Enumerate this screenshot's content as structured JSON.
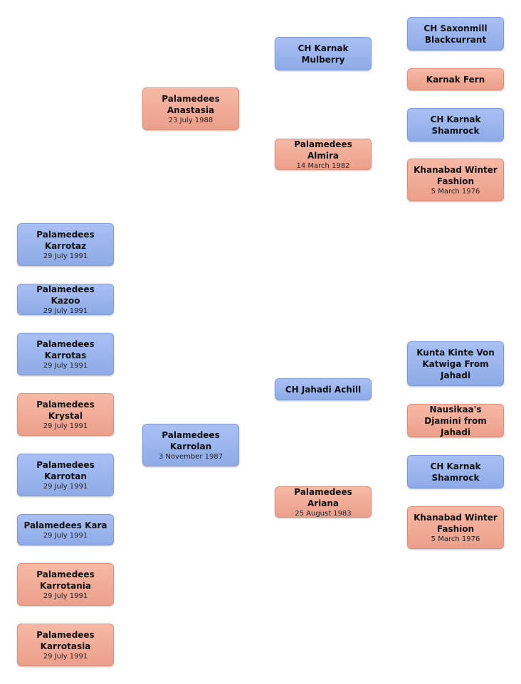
{
  "colors": {
    "male": "#9db5ee",
    "female": "#f2ad98"
  },
  "nodes": [
    {
      "id": "saxonmill",
      "name": "CH Saxonmill Blackcurrant",
      "date": "",
      "sex": "male"
    },
    {
      "id": "fern",
      "name": "Karnak Fern",
      "date": "",
      "sex": "female"
    },
    {
      "id": "shamrock1",
      "name": "CH Karnak Shamrock",
      "date": "",
      "sex": "male"
    },
    {
      "id": "khanabad1",
      "name": "Khanabad Winter Fashion",
      "date": "5 March 1976",
      "sex": "female"
    },
    {
      "id": "mulberry",
      "name": "CH Karnak Mulberry",
      "date": "",
      "sex": "male"
    },
    {
      "id": "almira",
      "name": "Palamedees Almira",
      "date": "14 March 1982",
      "sex": "female"
    },
    {
      "id": "anastasia",
      "name": "Palamedees Anastasia",
      "date": "23 July 1988",
      "sex": "female"
    },
    {
      "id": "kunta",
      "name": "Kunta Kinte Von Katwiga From Jahadi",
      "date": "",
      "sex": "male"
    },
    {
      "id": "nausikaa",
      "name": "Nausikaa's Djamini from Jahadi",
      "date": "",
      "sex": "female"
    },
    {
      "id": "shamrock2",
      "name": "CH Karnak Shamrock",
      "date": "",
      "sex": "male"
    },
    {
      "id": "khanabad2",
      "name": "Khanabad Winter Fashion",
      "date": "5 March 1976",
      "sex": "female"
    },
    {
      "id": "achill",
      "name": "CH Jahadi Achill",
      "date": "",
      "sex": "male"
    },
    {
      "id": "ariana",
      "name": "Palamedees Ariana",
      "date": "25 August 1983",
      "sex": "female"
    },
    {
      "id": "karrolan",
      "name": "Palamedees Karrolan",
      "date": "3 November 1987",
      "sex": "male"
    },
    {
      "id": "karrotaz",
      "name": "Palamedees Karrotaz",
      "date": "29 July 1991",
      "sex": "male"
    },
    {
      "id": "kazoo",
      "name": "Palamedees Kazoo",
      "date": "29 July 1991",
      "sex": "male"
    },
    {
      "id": "karrotas",
      "name": "Palamedees Karrotas",
      "date": "29 July 1991",
      "sex": "male"
    },
    {
      "id": "krystal",
      "name": "Palamedees Krystal",
      "date": "29 July 1991",
      "sex": "female"
    },
    {
      "id": "karrotan",
      "name": "Palamedees Karrotan",
      "date": "29 July 1991",
      "sex": "male"
    },
    {
      "id": "kara",
      "name": "Palamedees Kara",
      "date": "29 July 1991",
      "sex": "male"
    },
    {
      "id": "karrotania",
      "name": "Palamedees Karrotania",
      "date": "29 July 1991",
      "sex": "female"
    },
    {
      "id": "karrotasia",
      "name": "Palamedees Karrotasia",
      "date": "29 July 1991",
      "sex": "female"
    }
  ]
}
